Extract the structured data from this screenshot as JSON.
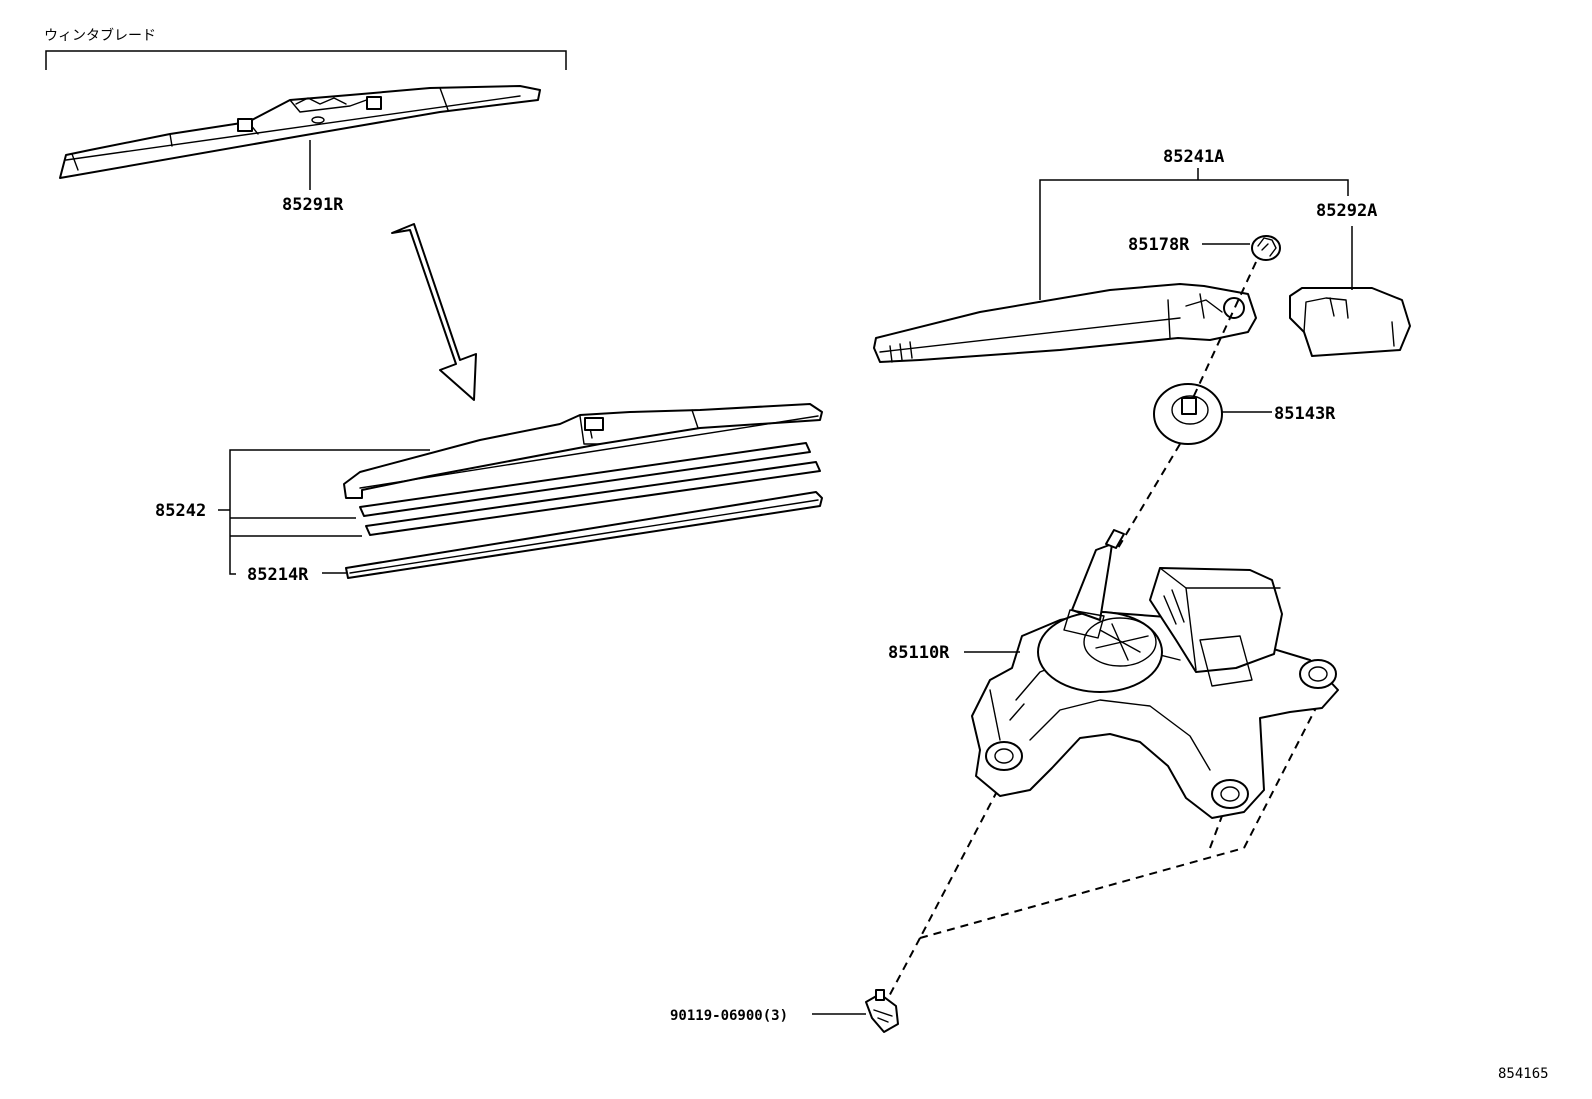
{
  "labels": {
    "assembly_jp": "ウィンタブレード",
    "blade_assy": "85291R",
    "arm_assy": "85241A",
    "cover": "85292A",
    "nut": "85178R",
    "cap": "85143R",
    "blade_set": "85242",
    "rubber": "85214R",
    "motor": "85110R",
    "bolt": "90119-06900(3)",
    "figure_id": "854165"
  }
}
